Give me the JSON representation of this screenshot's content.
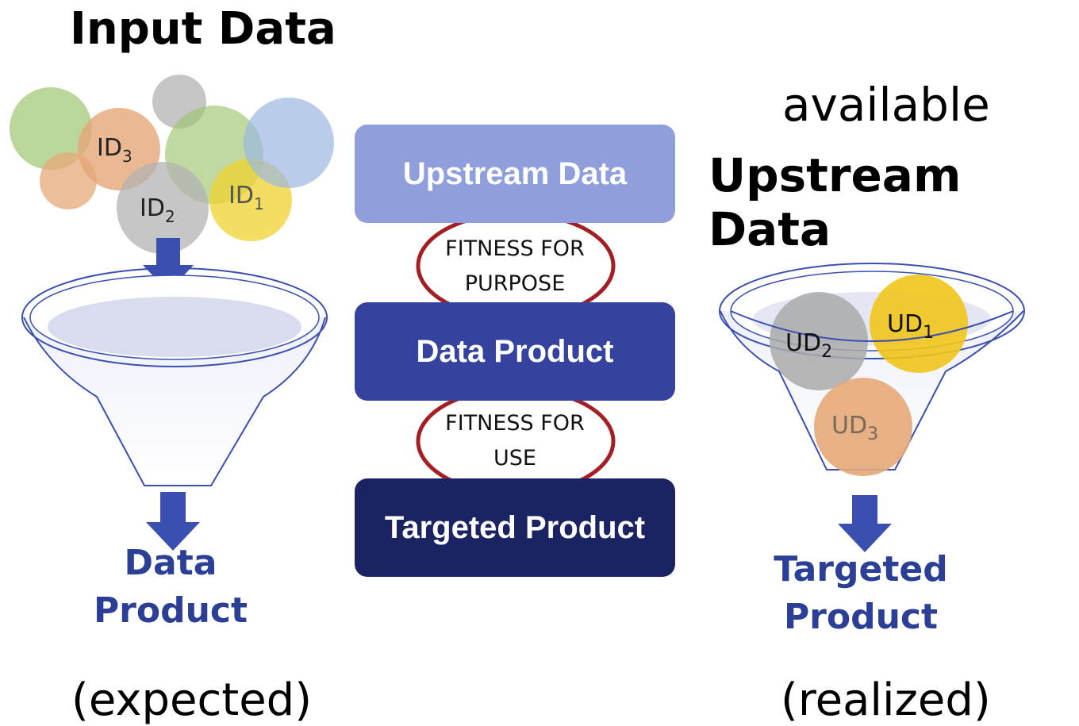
{
  "left": {
    "title": "Input Data",
    "bubbles": [
      {
        "base": "ID",
        "sub": "3"
      },
      {
        "base": "ID",
        "sub": "2"
      },
      {
        "base": "ID",
        "sub": "1"
      }
    ],
    "output_line1": "Data",
    "output_line2": "Product",
    "caption": "(expected)"
  },
  "center": {
    "stages": [
      "Upstream Data",
      "Data Product",
      "Targeted Product"
    ],
    "fitness_purpose_line1": "FITNESS FOR",
    "fitness_purpose_line2": "PURPOSE",
    "fitness_use_line1": "FITNESS FOR",
    "fitness_use_line2": "USE"
  },
  "right": {
    "title_line1": "available",
    "title_line2": "Upstream Data",
    "bubbles": [
      {
        "base": "UD",
        "sub": "1"
      },
      {
        "base": "UD",
        "sub": "2"
      },
      {
        "base": "UD",
        "sub": "3"
      }
    ],
    "output_line1": "Targeted",
    "output_line2": "Product",
    "caption": "(realized)"
  },
  "colors": {
    "stage_upstream": "#8e9fdc",
    "stage_product": "#35439f",
    "stage_targeted": "#1c2363",
    "arrow": "#3a4fb0",
    "highlight_ellipse": "#a31f24",
    "bubble_green": "#9ec46f",
    "bubble_orange": "#e5a878",
    "bubble_gray": "#b3b3b3",
    "bubble_yellow": "#efd12e",
    "bubble_blue": "#9bb8e2"
  }
}
